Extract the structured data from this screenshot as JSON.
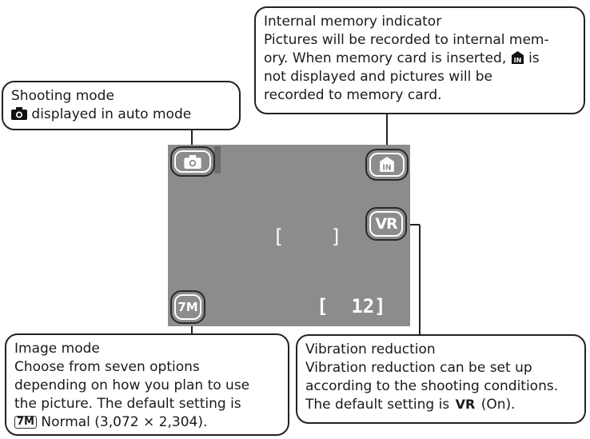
{
  "callouts": {
    "shooting_mode": {
      "title": "Shooting mode",
      "line1": "displayed in auto mode",
      "icon": "camera-icon"
    },
    "internal_memory": {
      "title": "Internal memory indicator",
      "line1": "Pictures will be recorded to internal mem-",
      "line2a": "ory. When memory card is inserted,",
      "line2b": "is",
      "line3": "not displayed and pictures will be",
      "line4": "recorded to memory card.",
      "icon": "internal-memory-icon"
    },
    "image_mode": {
      "title": "Image mode",
      "line1": "Choose from seven options",
      "line2": "depending on how you plan to use",
      "line3": "the picture. The default setting is",
      "line4": "Normal (3,072 × 2,304).",
      "icon_text": "7M"
    },
    "vibration_reduction": {
      "title": "Vibration reduction",
      "line1": "Vibration reduction can be set up",
      "line2": "according to the shooting conditions.",
      "line3a": "The default setting is",
      "line3b": "(On).",
      "icon_text": "VR"
    }
  },
  "screen": {
    "focus_bracket": "[    ]",
    "exposures": "[  12]",
    "mode_icon_text": "7M",
    "vr_icon_text": "VR",
    "in_icon_text": "IN"
  },
  "colors": {
    "screen": "#8c8c8c",
    "icon_fg": "#ffffff",
    "outline": "#222222"
  }
}
